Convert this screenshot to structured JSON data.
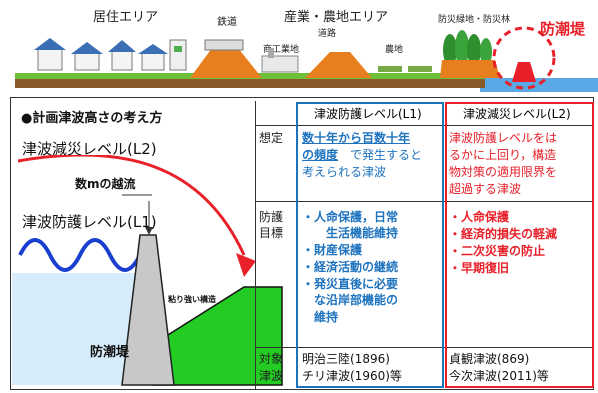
{
  "top": {
    "residential_area": "居住エリア",
    "railway": "鉄道",
    "industry_agri_area": "産業・農地エリア",
    "road": "道路",
    "commercial_industrial": "商工業地",
    "farmland": "農地",
    "disaster_green": "防災緑地・防災林",
    "seawall": "防潮堤"
  },
  "left": {
    "title": "●計画津波高さの考え方",
    "l2_label": "津波減災レベル(L2)",
    "overflow_label": "数mの越流",
    "l1_label": "津波防護レベル(L1)",
    "resilient_structure": "粘り強い構造",
    "seawall_label": "防潮堤"
  },
  "table": {
    "col_l1": "津波防護レベル(L1)",
    "col_l2": "津波減災レベル(L2)",
    "row1_head": "想定",
    "row1_l1_emph_1": "数十年から百数十年",
    "row1_l1_emph_2": "の頻度",
    "row1_l1_rest_1": "で発生すると",
    "row1_l1_rest_2": "考えられる津波",
    "row1_l2_1": "津波防護レベルをは",
    "row1_l2_2": "るかに上回り，構造",
    "row1_l2_3": "物対策の適用限界を",
    "row1_l2_4": "超過する津波",
    "row2_head_1": "防護",
    "row2_head_2": "目標",
    "row2_l1_1": "・人命保護，日常",
    "row2_l1_1b": "生活機能維持",
    "row2_l1_2": "・財産保護",
    "row2_l1_3": "・経済活動の継続",
    "row2_l1_4": "・発災直後に必要",
    "row2_l1_4b": "な沿岸部機能の",
    "row2_l1_4c": "維持",
    "row2_l2_1": "・人命保護",
    "row2_l2_2": "・経済的損失の軽減",
    "row2_l2_3": "・二次災害の防止",
    "row2_l2_4": "・早期復旧",
    "row3_head_1": "対象",
    "row3_head_2": "津波",
    "row3_l1_1": "明治三陸(1896)",
    "row3_l1_2": "チリ津波(1960)等",
    "row3_l2_1": "貞観津波(869)",
    "row3_l2_2": "今次津波(2011)等"
  },
  "colors": {
    "blue": "#1e73be",
    "red": "#e8202a",
    "green": "#22cc22",
    "water": "#d6ecfa",
    "wave": "#1a3fd0",
    "orange": "#e87f1e",
    "seawall_gray": "#c8c8c8"
  }
}
